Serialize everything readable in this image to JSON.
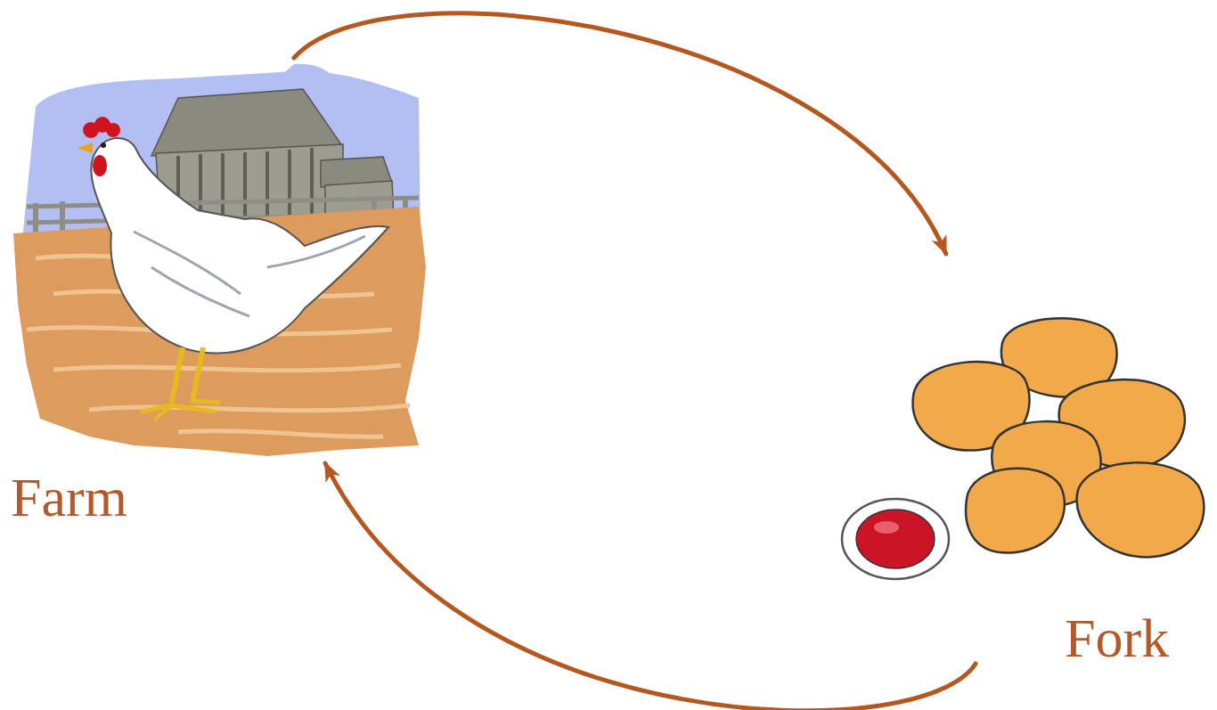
{
  "diagram": {
    "nodes": [
      {
        "text": [
          "Farm"
        ]
      },
      {
        "text": [
          "Fork"
        ]
      }
    ],
    "edges": [
      {
        "from": 0,
        "to": 1,
        "arrow": "to"
      },
      {
        "from": 1,
        "to": 0,
        "arrow": "to"
      }
    ]
  }
}
